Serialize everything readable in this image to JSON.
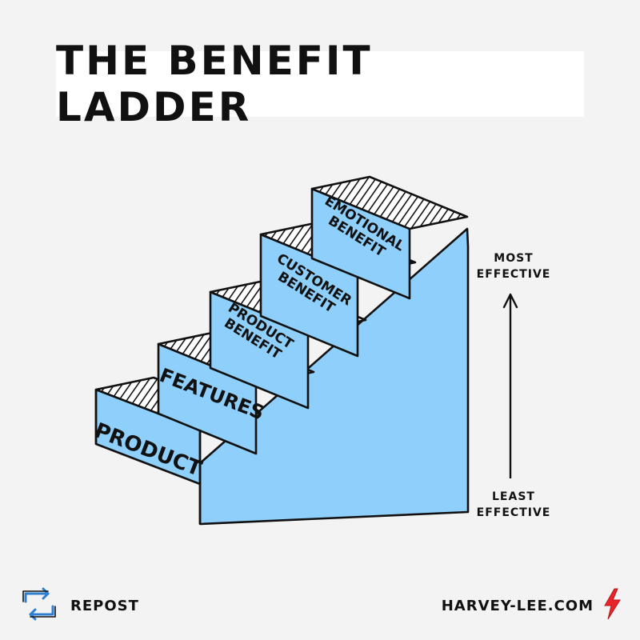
{
  "title": "THE BENEFIT LADDER",
  "steps": [
    {
      "label_lines": [
        "PRODUCT"
      ]
    },
    {
      "label_lines": [
        "FEATURES"
      ]
    },
    {
      "label_lines": [
        "PRODUCT",
        "BENEFIT"
      ]
    },
    {
      "label_lines": [
        "CUSTOMER",
        "BENEFIT"
      ]
    },
    {
      "label_lines": [
        "EMOTIONAL",
        "BENEFIT"
      ]
    }
  ],
  "axis": {
    "top_line1": "MOST",
    "top_line2": "EFFECTIVE",
    "bottom_line1": "LEAST",
    "bottom_line2": "EFFECTIVE"
  },
  "footer": {
    "repost_label": "REPOST",
    "website": "HARVEY-LEE.COM"
  },
  "colors": {
    "step_fill": "#8fcffb",
    "outline": "#111111",
    "background": "#f3f3f3",
    "bolt": "#e8262a",
    "repost_icon": "#2f7fd1"
  }
}
